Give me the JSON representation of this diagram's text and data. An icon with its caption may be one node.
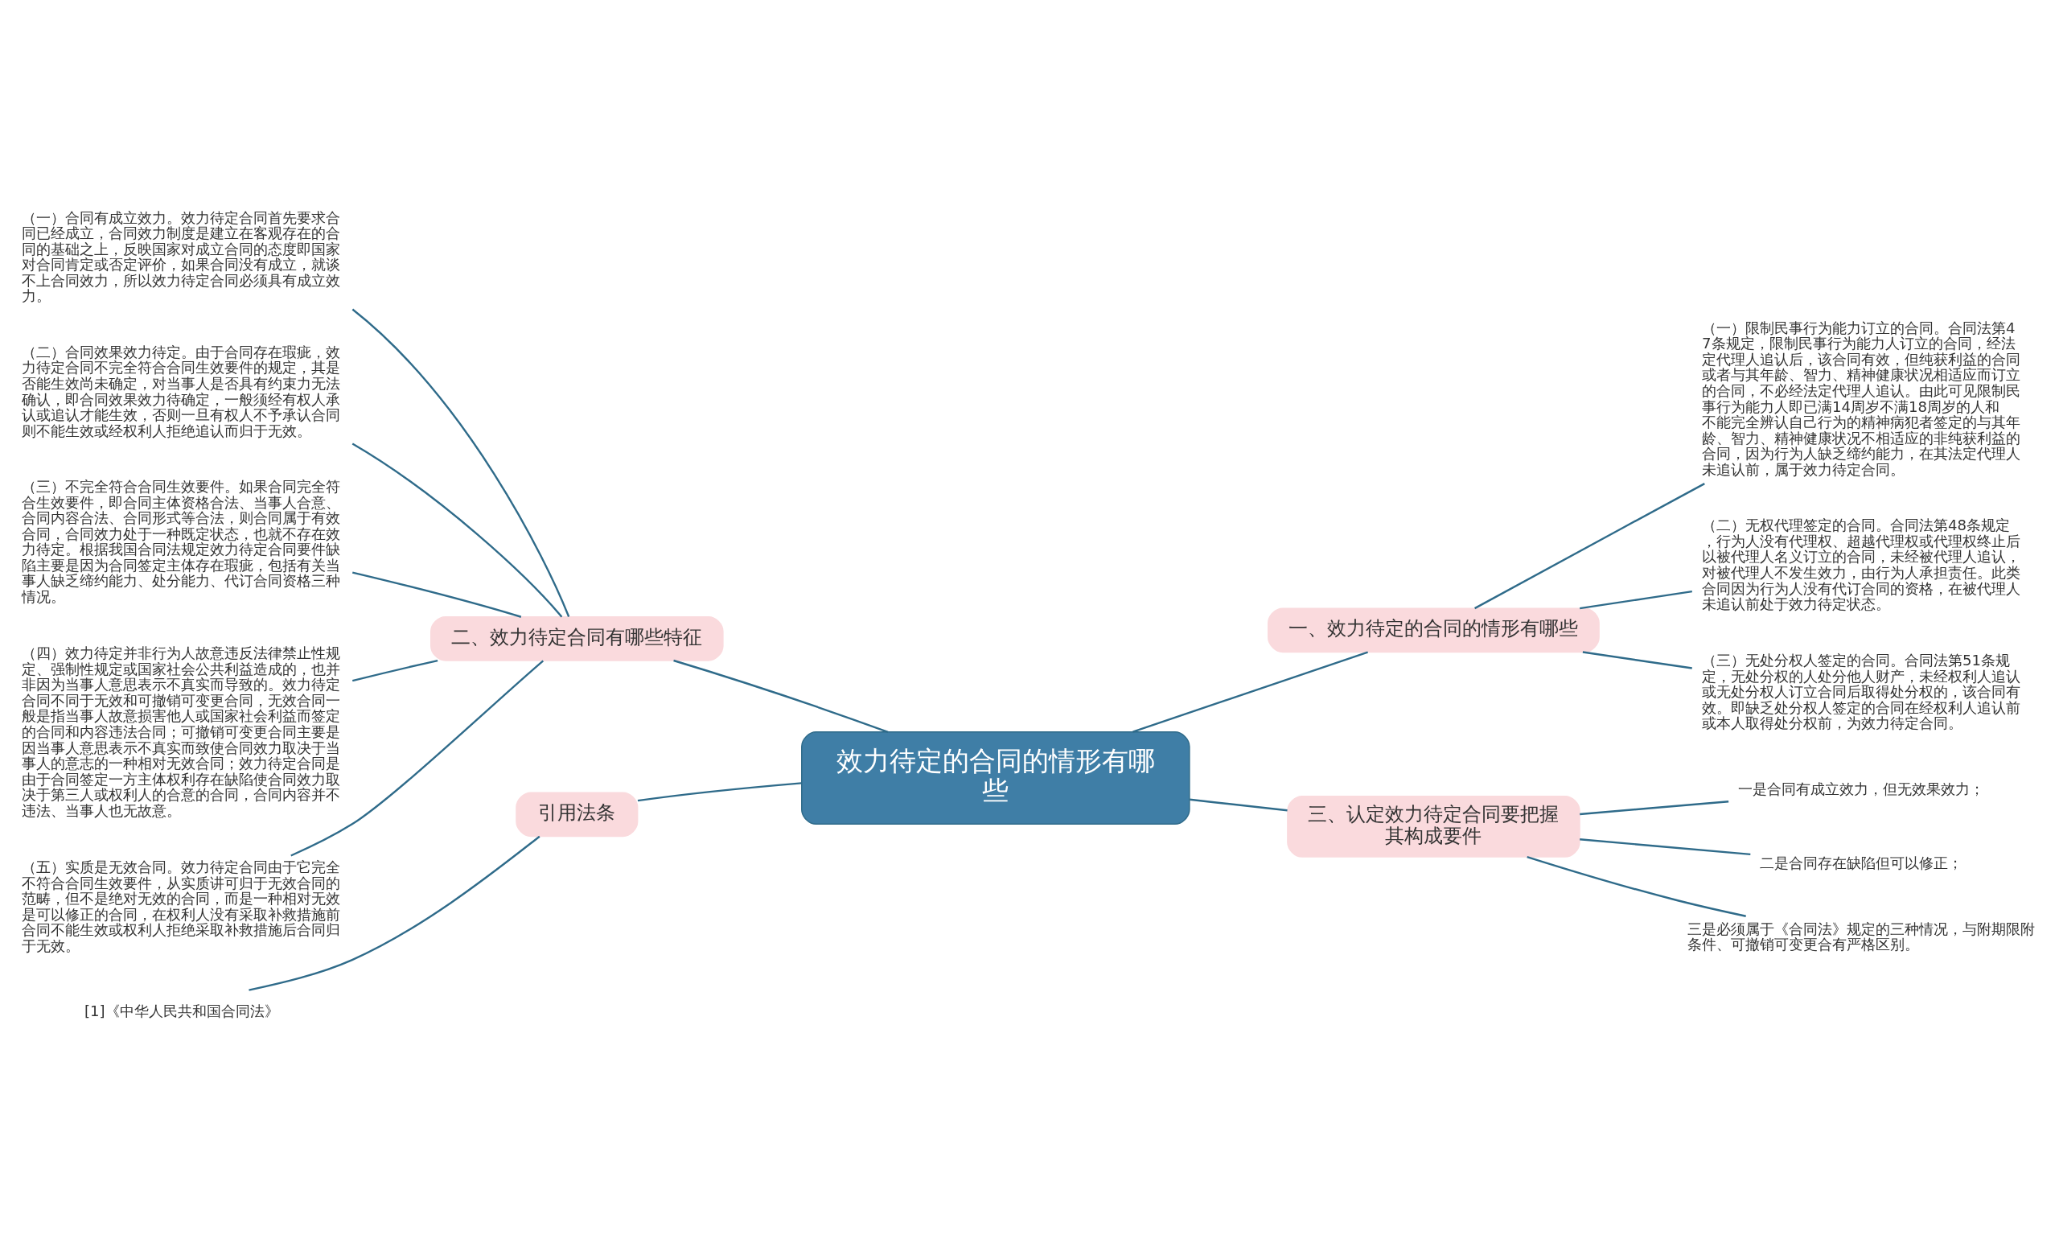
{
  "diagram": {
    "nodes": [
      {
        "text": [
          "效力待定的合同的情形有哪些"
        ]
      },
      {
        "text": [
          "一、效力待定的合同的情形有哪些"
        ]
      },
      {
        "text": [
          "（一）限制民事行为能力订立的合同。合同法第47条规定，限制民事行为能力人订立的合同，经法定代理人追认后，该合同有效，但纯获利益的合同或者与其年龄、智力、精神健康状况相适应而订立的合同，不必经法定代理人追认。由此可见限制民事行为能力人即已满14周岁不满18周岁的人和不能完全辨认自己行为的精神病犯者签定的与其年龄、智力、精神健康状况不相适应的非纯获利益的合同，因为行为人缺乏缔约能力，在其法定代理人未追认前，属于效力待定合同。"
        ]
      },
      {
        "text": [
          "（二）无权代理签定的合同。合同法第48条规定，行为人没有代理权、超越代理权或代理权终止后以被代理人名义订立的合同，未经被代理人追认，对被代理人不发生效力，由行为人承担责任。此类合同因为行为人没有代订合同的资格，在被代理人未追认前处于效力待定状态。"
        ]
      },
      {
        "text": [
          "（三）无处分权人签定的合同。合同法第51条规定，无处分权的人处分他人财产，未经权利人追认或无处分权人订立合同后取得处分权的，该合同有效。即缺乏处分权人签定的合同在经权利人追认前或本人取得处分权前，为效力待定合同。"
        ]
      },
      {
        "text": [
          "二、效力待定合同有哪些特征"
        ]
      },
      {
        "text": [
          "（一）合同有成立效力。效力待定合同首先要求合同已经成立，合同效力制度是建立在客观存在的合同的基础之上，反映国家对成立合同的态度即国家对合同肯定或否定评价，如果合同没有成立，就谈不上合同效力，所以效力待定合同必须具有成立效力。"
        ]
      },
      {
        "text": [
          "（二）合同效果效力待定。由于合同存在瑕疵，效力待定合同不完全符合合同生效要件的规定，其是否能生效尚未确定，对当事人是否具有约束力无法确认，即合同效果效力待确定，一般须经有权人承认或追认才能生效，否则一旦有权人不予承认合同则不能生效或经权利人拒绝追认而归于无效。"
        ]
      },
      {
        "text": [
          "（三）不完全符合合同生效要件。如果合同完全符合生效要件，即合同主体资格合法、当事人合意、合同内容合法、合同形式等合法，则合同属于有效合同，合同效力处于一种既定状态，也就不存在效力待定。根据我国合同法规定效力待定合同要件缺陷主要是因为合同签定主体存在瑕疵，包括有关当事人缺乏缔约能力、处分能力、代订合同资格三种情况。"
        ]
      },
      {
        "text": [
          "（四）效力待定并非行为人故意违反法律禁止性规定、强制性规定或国家社会公共利益造成的，也并非因为当事人意思表示不真实而导致的。效力待定合同不同于无效和可撤销可变更合同，无效合同一般是指当事人故意损害他人或国家社会利益而签定的合同和内容违法合同；可撤销可变更合同主要是因当事人意思表示不真实而致使合同效力取决于当事人的意志的一种相对无效合同；效力待定合同是由于合同签定一方主体权利存在缺陷使合同效力取决于第三人或权利人的合意的合同，合同内容并不违法、当事人也无故意。"
        ]
      },
      {
        "text": [
          "（五）实质是无效合同。效力待定合同由于它完全不符合合同生效要件，从实质讲可归于无效合同的范畴，但不是绝对无效的合同，而是一种相对无效是可以修正的合同，在权利人没有采取补救措施前合同不能生效或权利人拒绝采取补救措施后合同归于无效。"
        ]
      },
      {
        "text": [
          "三、认定效力待定合同要把握其构成要件"
        ]
      },
      {
        "text": [
          "一是合同有成立效力，但无效果效力；"
        ]
      },
      {
        "text": [
          "二是合同存在缺陷但可以修正；"
        ]
      },
      {
        "text": [
          "三是必须属于《合同法》规定的三种情况，与附期限附条件、可撤销可变更合有严格区别。"
        ]
      },
      {
        "text": [
          "引用法条"
        ]
      },
      {
        "text": [
          "[1]《中华人民共和国合同法》"
        ]
      }
    ],
    "edges": [
      {
        "from": 0,
        "to": 1,
        "arrow": "none"
      },
      {
        "from": 1,
        "to": 2,
        "arrow": "none"
      },
      {
        "from": 1,
        "to": 3,
        "arrow": "none"
      },
      {
        "from": 1,
        "to": 4,
        "arrow": "none"
      },
      {
        "from": 0,
        "to": 5,
        "arrow": "none"
      },
      {
        "from": 5,
        "to": 6,
        "arrow": "none"
      },
      {
        "from": 5,
        "to": 7,
        "arrow": "none"
      },
      {
        "from": 5,
        "to": 8,
        "arrow": "none"
      },
      {
        "from": 5,
        "to": 9,
        "arrow": "none"
      },
      {
        "from": 5,
        "to": 10,
        "arrow": "none"
      },
      {
        "from": 0,
        "to": 11,
        "arrow": "none"
      },
      {
        "from": 11,
        "to": 12,
        "arrow": "none"
      },
      {
        "from": 11,
        "to": 13,
        "arrow": "none"
      },
      {
        "from": 11,
        "to": 14,
        "arrow": "none"
      },
      {
        "from": 0,
        "to": 15,
        "arrow": "none"
      },
      {
        "from": 15,
        "to": 16,
        "arrow": "none"
      }
    ]
  }
}
